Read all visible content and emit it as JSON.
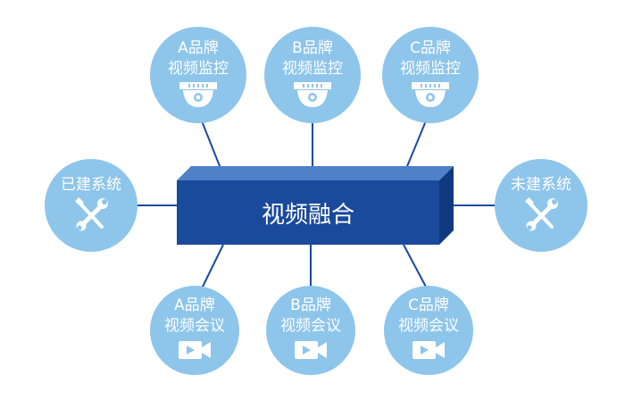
{
  "hub": {
    "label": "视频融合",
    "color": "#1a4a9c"
  },
  "node_color": "#8ec5ea",
  "cameras": [
    {
      "line1": "A品牌",
      "line2": "视频监控",
      "icon": "dome-camera-icon"
    },
    {
      "line1": "B品牌",
      "line2": "视频监控",
      "icon": "dome-camera-icon"
    },
    {
      "line1": "C品牌",
      "line2": "视频监控",
      "icon": "dome-camera-icon"
    }
  ],
  "systems": {
    "built": {
      "label": "已建系统",
      "icon": "tools-icon"
    },
    "unbuilt": {
      "label": "未建系统",
      "icon": "tools-icon"
    }
  },
  "conferences": [
    {
      "line1": "A品牌",
      "line2": "视频会议",
      "icon": "video-camera-icon"
    },
    {
      "line1": "B品牌",
      "line2": "视频会议",
      "icon": "video-camera-icon"
    },
    {
      "line1": "C品牌",
      "line2": "视频会议",
      "icon": "video-camera-icon"
    }
  ]
}
